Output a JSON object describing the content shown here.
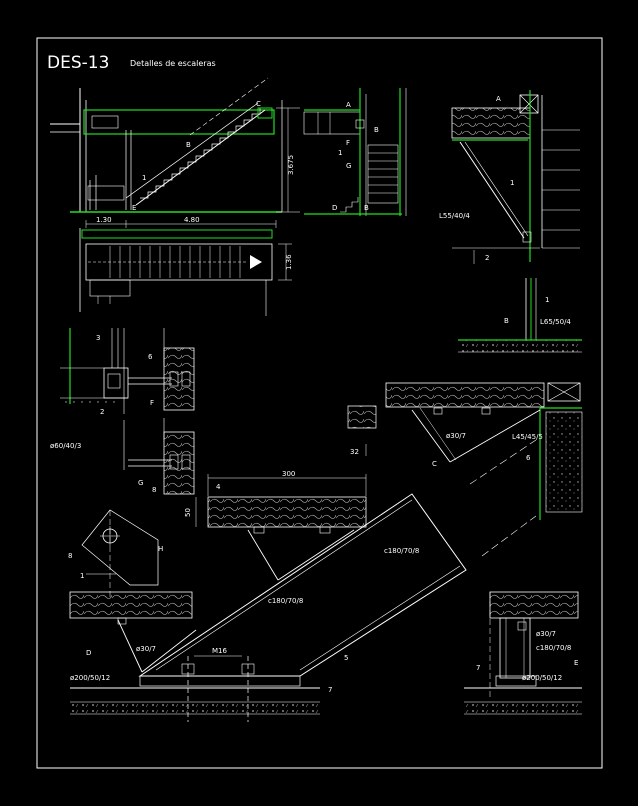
{
  "sheet": {
    "code": "DES-13",
    "subtitle": "Detalles de escaleras"
  },
  "colors": {
    "background": "#000000",
    "line_white": "#ffffff",
    "line_green": "#22dd22",
    "hatch": "#b0b0b0"
  },
  "elevation_view": {
    "labels": {
      "c": "C",
      "b": "B",
      "e": "E",
      "one": "1"
    },
    "dims": {
      "height": "3.675",
      "left": "1.30",
      "right": "4.80"
    }
  },
  "section_view": {
    "labels": {
      "a": "A",
      "f": "F",
      "one": "1",
      "g": "G",
      "d": "D",
      "b": "B"
    }
  },
  "plan_view": {
    "dims": {
      "width": "1.36"
    }
  },
  "detail_a": {
    "labels": {
      "a": "A",
      "one": "1",
      "two": "2",
      "angle": "L55/40/4"
    }
  },
  "detail_b": {
    "labels": {
      "one": "1",
      "b": "B",
      "angle": "L65/50/4"
    }
  },
  "detail_f": {
    "labels": {
      "three": "3",
      "six": "6",
      "two": "2",
      "f": "F"
    }
  },
  "detail_g": {
    "labels": {
      "tube": "ø60/40/3",
      "g": "G",
      "eight": "8"
    }
  },
  "detail_h": {
    "labels": {
      "eight": "8",
      "h": "H",
      "one": "1"
    }
  },
  "detail_c": {
    "labels": {
      "rod": "ø30/7",
      "angle": "L45/45/5",
      "c": "C",
      "six": "6",
      "dim32": "32"
    }
  },
  "detail_d": {
    "labels": {
      "dim300": "300",
      "four": "4",
      "dim50": "50",
      "channel_top": "c180/70/8",
      "channel_mid": "c180/70/8",
      "rod": "ø30/7",
      "d": "D",
      "bolt": "M16",
      "five": "5",
      "seven": "7",
      "plate": "ø200/50/12"
    }
  },
  "detail_e": {
    "labels": {
      "rod": "ø30/7",
      "channel": "c180/70/8",
      "e": "E",
      "seven": "7",
      "plate": "ø200/50/12"
    }
  }
}
